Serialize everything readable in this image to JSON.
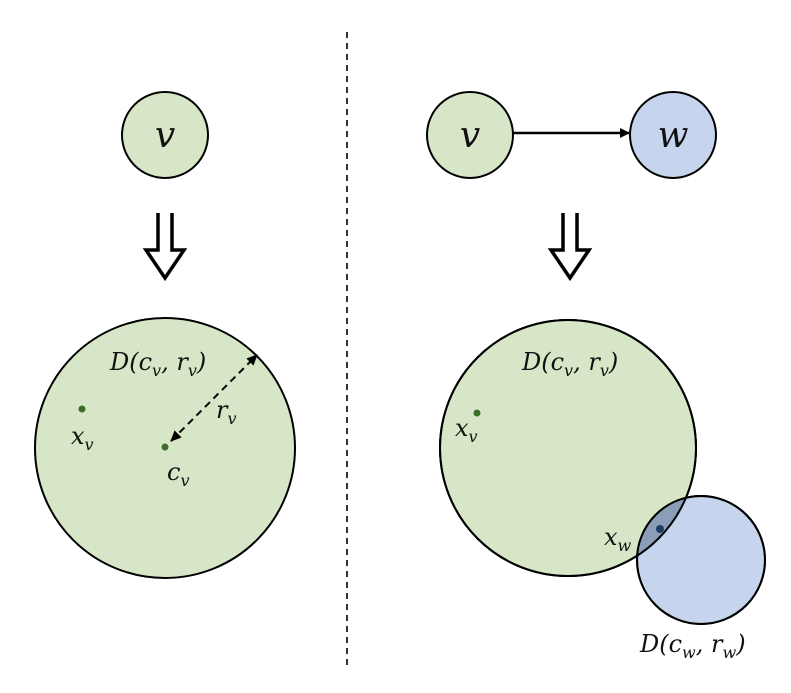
{
  "colors": {
    "green_fill": "#d6e6c6",
    "blue_fill": "#c6d4ee",
    "stroke": "#000000",
    "green_dot": "#3f6b2a",
    "blue_dot": "#1f3a66",
    "overlap_fill": "#8a9eb8"
  },
  "left": {
    "node_label": "v",
    "disk_label": "D(c",
    "disk_label_sub1": "v",
    "disk_label_mid": ", r",
    "disk_label_sub2": "v",
    "disk_label_close": ")",
    "point_label": "x",
    "point_label_sub": "v",
    "center_label": "c",
    "center_label_sub": "v",
    "radius_label": "r",
    "radius_label_sub": "v"
  },
  "right": {
    "node_v_label": "v",
    "node_w_label": "w",
    "disk_v_label": "D(c",
    "disk_v_sub1": "v",
    "disk_v_mid": ", r",
    "disk_v_sub2": "v",
    "disk_v_close": ")",
    "point_v_label": "x",
    "point_v_sub": "v",
    "point_w_label": "x",
    "point_w_sub": "w",
    "disk_w_label": "D(c",
    "disk_w_sub1": "w",
    "disk_w_mid": ", r",
    "disk_w_sub2": "w",
    "disk_w_close": ")"
  }
}
